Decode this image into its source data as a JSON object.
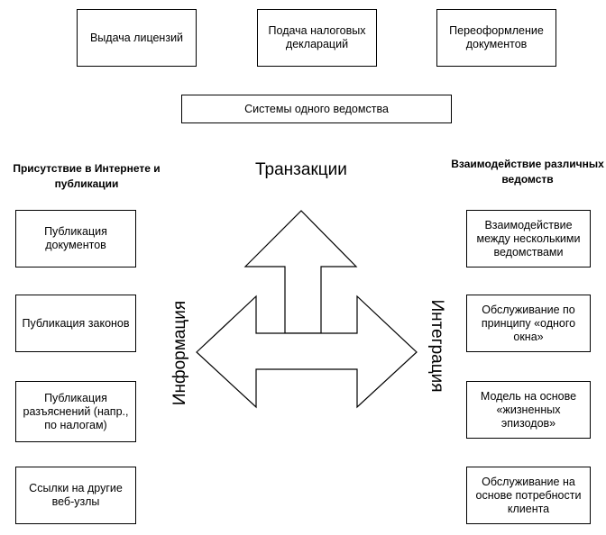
{
  "top_boxes": [
    {
      "label": "Выдача лицензий"
    },
    {
      "label": "Подача налоговых деклараций"
    },
    {
      "label": "Переоформление документов"
    }
  ],
  "system_box": {
    "label": "Системы одного ведомства"
  },
  "left_column": {
    "heading": "Присутствие в Интернете и публикации",
    "items": [
      {
        "label": "Публикация документов"
      },
      {
        "label": "Публикация законов"
      },
      {
        "label": "Публикация разъяснений (напр., по налогам)"
      },
      {
        "label": "Ссылки на другие веб-узлы"
      }
    ]
  },
  "right_column": {
    "heading": "Взаимодействие различных ведомств",
    "items": [
      {
        "label": "Взаимодействие между несколькими ведомствами"
      },
      {
        "label": "Обслуживание по принципу «одного окна»"
      },
      {
        "label": "Модель на основе «жизненных эпизодов»"
      },
      {
        "label": "Обслуживание на основе потребности клиента"
      }
    ]
  },
  "axis_labels": {
    "transactions": "Транзакции",
    "information": "Информация",
    "integration": "Интеграция"
  },
  "colors": {
    "stroke": "#000000",
    "fill": "#ffffff"
  }
}
